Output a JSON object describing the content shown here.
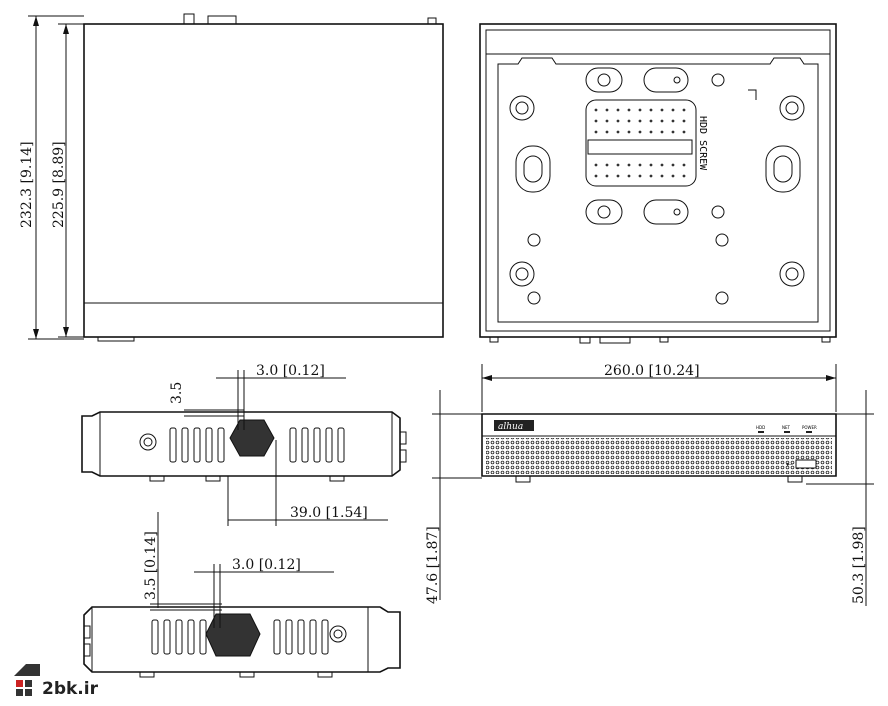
{
  "dimensions": {
    "top_outer": "232.3 [9.14]",
    "top_inner": "225.9 [8.89]",
    "width": "260.0 [10.24]",
    "side1_offset": "3.0 [0.12]",
    "side1_small": "3.5",
    "side1_vent": "39.0 [1.54]",
    "side2_small": "3.5 [0.14]",
    "side2_offset": "3.0 [0.12]",
    "height_side": "47.6 [1.87]",
    "height_front": "50.3 [1.98]"
  },
  "labels": {
    "hdd_screw": "HDD SCREW",
    "brand": "alhua",
    "hdd": "HDD",
    "net": "NET",
    "power": "POWER"
  },
  "watermark": {
    "text": "2bk.ir"
  }
}
